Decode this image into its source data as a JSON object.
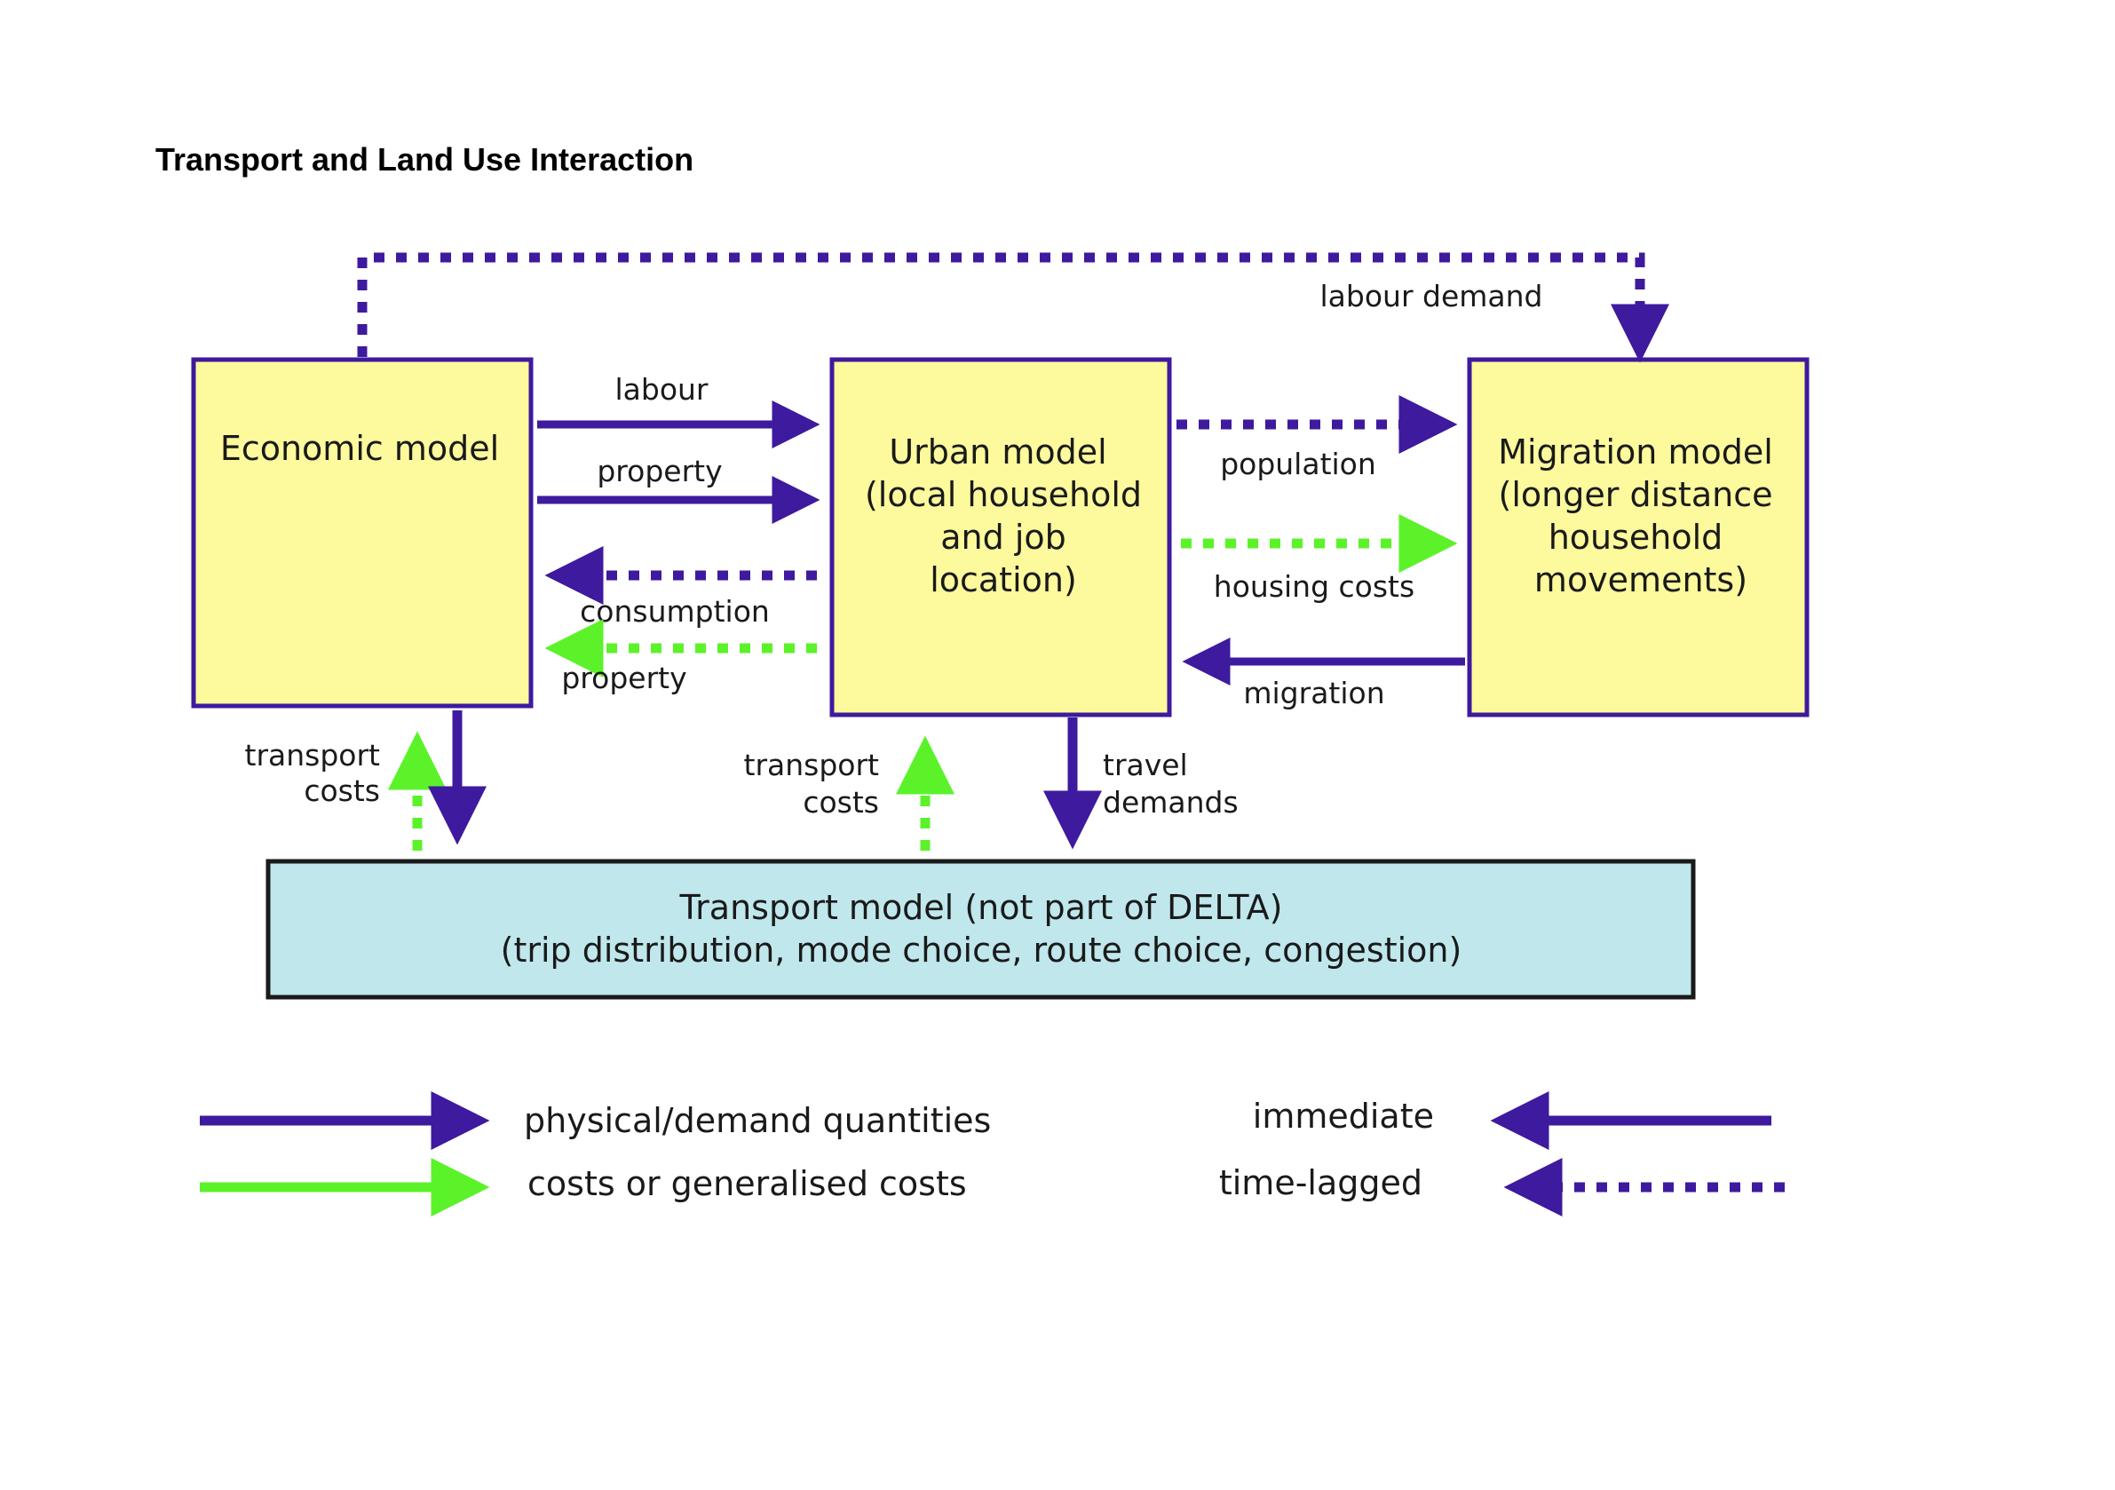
{
  "title": "Transport and Land Use Interaction",
  "colors": {
    "physical": "#3d1a9e",
    "costs": "#5cf22a",
    "model_box_fill": "#fcfa9c",
    "model_box_border": "#3d1a9e",
    "transport_box_fill": "#bfe7ec",
    "transport_box_border": "#1a1a1a"
  },
  "boxes": {
    "economic": {
      "line1": "Economic model"
    },
    "urban": {
      "line1": "Urban model",
      "line2": "(local household",
      "line3": "and job",
      "line4": "location)"
    },
    "migration": {
      "line1": "Migration model",
      "line2": "(longer distance",
      "line3": "household",
      "line4": "movements)"
    },
    "transport": {
      "line1": "Transport model (not part of DELTA)",
      "line2": "(trip distribution, mode choice, route choice, congestion)"
    }
  },
  "flows": {
    "labour_demand": "labour demand",
    "labour": "labour",
    "property_physical": "property",
    "consumption": "consumption",
    "property_cost": "property",
    "population": "population",
    "housing_costs": "housing costs",
    "migration": "migration",
    "transport_costs_left": {
      "line1": "transport",
      "line2": "costs"
    },
    "transport_costs_mid": {
      "line1": "transport",
      "line2": "costs"
    },
    "travel_demands": {
      "line1": "travel",
      "line2": "demands"
    }
  },
  "legend": {
    "physical": "physical/demand quantities",
    "costs": "costs or generalised costs",
    "immediate": "immediate",
    "time_lagged": "time-lagged"
  }
}
